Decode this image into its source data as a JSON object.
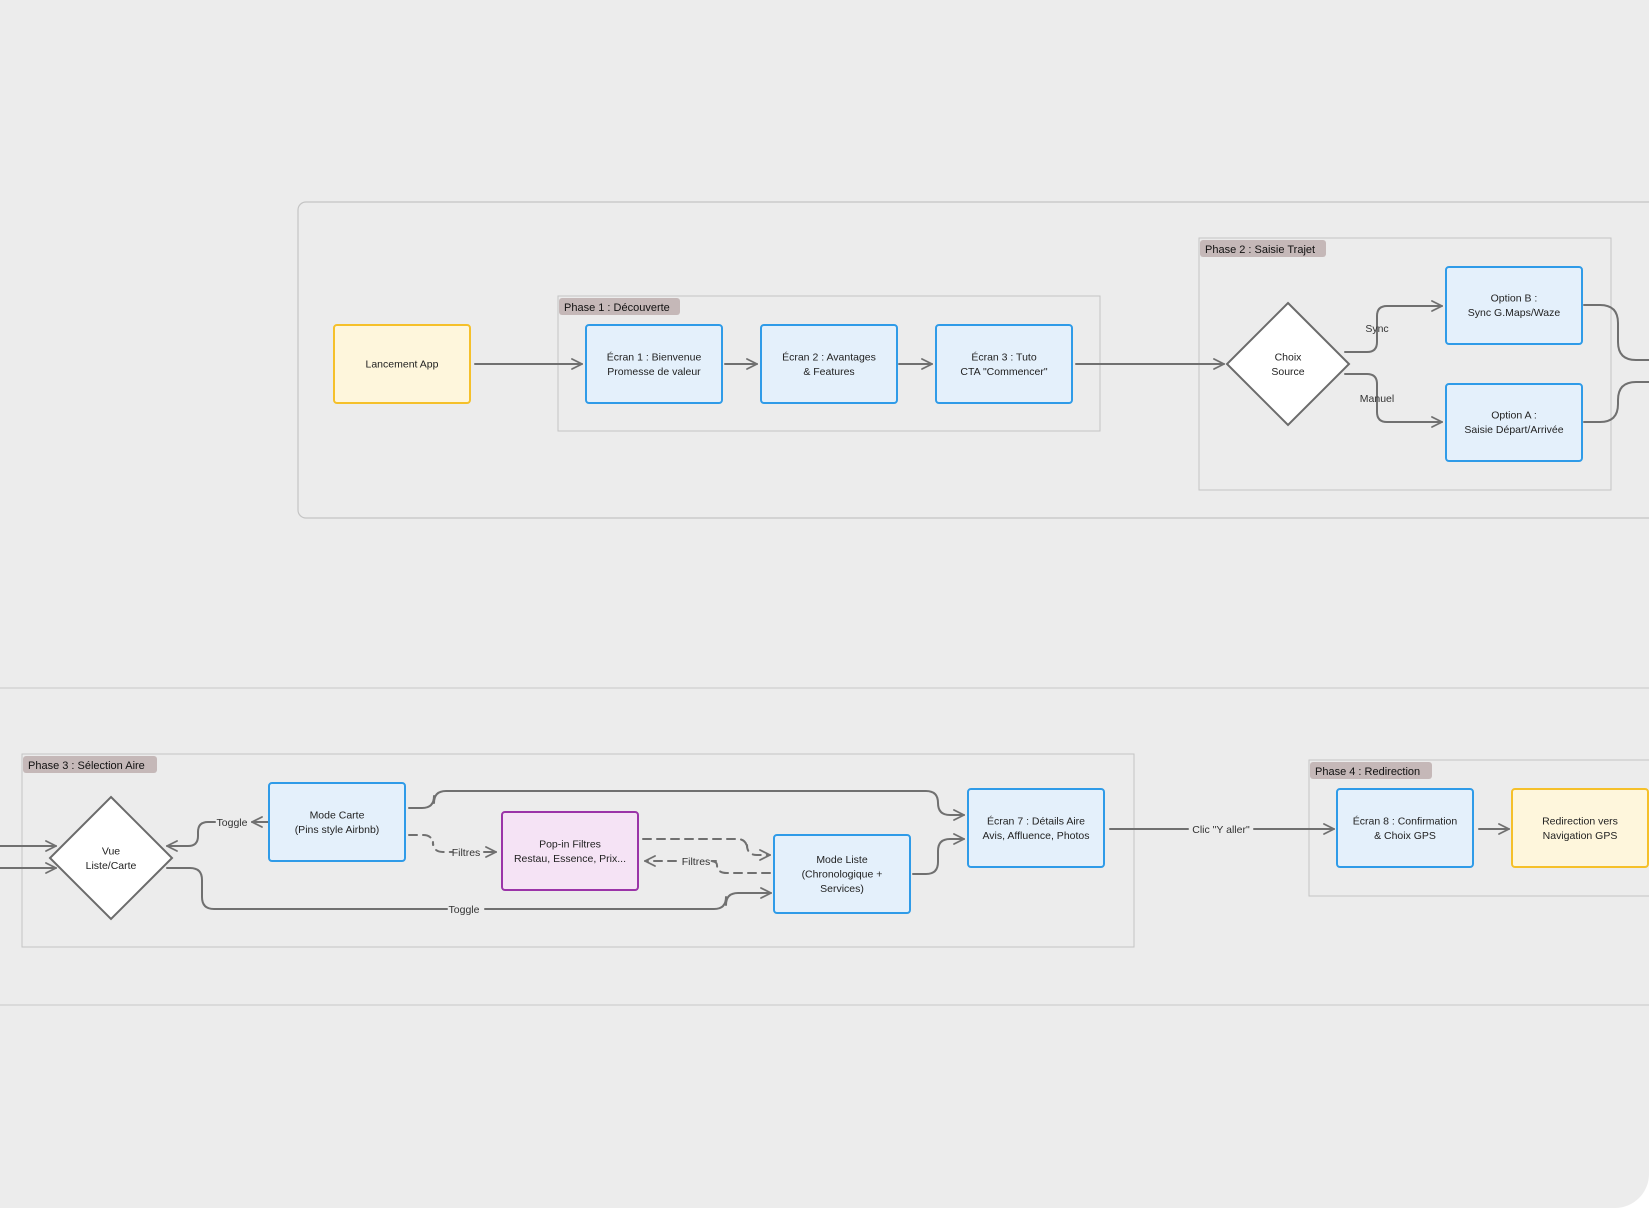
{
  "colors": {
    "canvas": "#ececec",
    "screen_fill": "#e4f0fb",
    "screen_stroke": "#2f9be8",
    "terminal_fill": "#fef6dc",
    "terminal_stroke": "#f5c02a",
    "popin_fill": "#f5e3f5",
    "popin_stroke": "#9b34a8",
    "decision_fill": "#ffffff",
    "decision_stroke": "#6b6b6b",
    "edge": "#707070",
    "phase_tag": "#c5b8b8"
  },
  "phases": {
    "p1": "Phase 1 : Découverte",
    "p2": "Phase 2 : Saisie Trajet",
    "p3": "Phase 3 : Sélection Aire",
    "p4": "Phase 4 : Redirection"
  },
  "nodes": {
    "lancement": [
      "Lancement App"
    ],
    "ecran1": [
      "Écran 1 : Bienvenue",
      "Promesse de valeur"
    ],
    "ecran2": [
      "Écran 2 : Avantages",
      "& Features"
    ],
    "ecran3": [
      "Écran 3 : Tuto",
      "CTA \"Commencer\""
    ],
    "choix": [
      "Choix",
      "Source"
    ],
    "optionB": [
      "Option B :",
      "Sync G.Maps/Waze"
    ],
    "optionA": [
      "Option A :",
      "Saisie Départ/Arrivée"
    ],
    "vue": [
      "Vue",
      "Liste/Carte"
    ],
    "carte": [
      "Mode Carte",
      "(Pins style Airbnb)"
    ],
    "popin": [
      "Pop-in Filtres",
      "Restau, Essence, Prix..."
    ],
    "liste": [
      "Mode Liste",
      "(Chronologique +",
      "Services)"
    ],
    "ecran7": [
      "Écran 7 : Détails Aire",
      "Avis, Affluence, Photos"
    ],
    "ecran8": [
      "Écran 8 : Confirmation",
      "& Choix GPS"
    ],
    "redirection": [
      "Redirection vers",
      "Navigation GPS"
    ]
  },
  "edge_labels": {
    "sync": "Sync",
    "manuel": "Manuel",
    "toggle_top": "Toggle",
    "filtres_top": "Filtres",
    "filtres_back": "Filtres",
    "toggle_bottom": "Toggle",
    "clic": "Clic \"Y aller\""
  }
}
